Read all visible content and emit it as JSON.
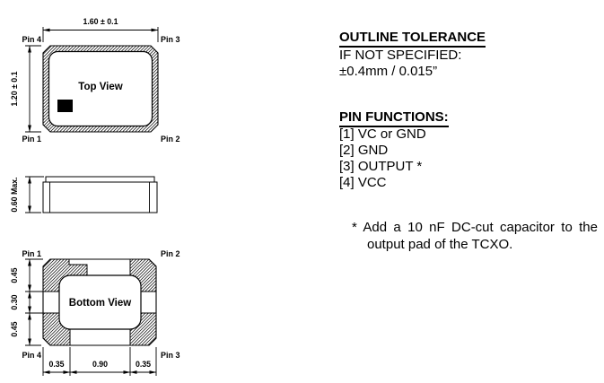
{
  "drawing": {
    "top_view": {
      "label": "Top View",
      "width_dim": "1.60 ± 0.1",
      "height_dim": "1.20 ± 0.1",
      "pins": {
        "top_left": "Pin 4",
        "top_right": "Pin 3",
        "bottom_left": "Pin 1",
        "bottom_right": "Pin 2"
      }
    },
    "side_view": {
      "height_dim": "0.60 Max."
    },
    "bottom_view": {
      "label": "Bottom View",
      "pins": {
        "top_left": "Pin 1",
        "top_right": "Pin 2",
        "bottom_left": "Pin 4",
        "bottom_right": "Pin 3"
      },
      "left_dims": [
        "0.45",
        "0.30",
        "0.45"
      ],
      "bottom_dims": [
        "0.35",
        "0.90",
        "0.35"
      ]
    }
  },
  "notes": {
    "outline_tolerance": {
      "title": "OUTLINE TOLERANCE",
      "line1": "IF NOT SPECIFIED:",
      "line2": "±0.4mm / 0.015”"
    },
    "pin_functions": {
      "title": "PIN FUNCTIONS:",
      "items": [
        "[1] VC or GND",
        "[2] GND",
        "[3] OUTPUT *",
        "[4] VCC"
      ]
    },
    "footnote": {
      "marker": "*",
      "line1": "Add a 10 nF DC-cut capacitor to the",
      "line2": "output pad of the TCXO."
    }
  },
  "colors": {
    "ink": "#000000",
    "background": "#ffffff"
  }
}
